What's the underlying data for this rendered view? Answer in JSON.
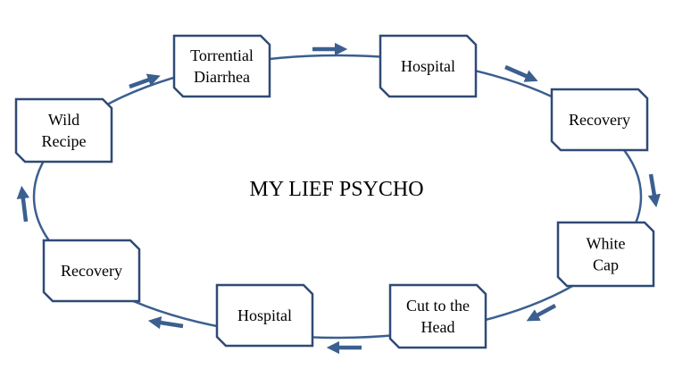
{
  "title": "MY LIEF PSYCHO",
  "colors": {
    "line": "#3b5f8f",
    "arrow": "#3b5f8f",
    "box_border": "#2f4a75",
    "box_fill": "#ffffff",
    "text": "#000000"
  },
  "nodes": [
    {
      "id": "torrential-diarrhea",
      "lines": [
        "Torrential",
        "Diarrhea"
      ]
    },
    {
      "id": "hospital-top",
      "lines": [
        "Hospital"
      ]
    },
    {
      "id": "recovery-right",
      "lines": [
        "Recovery"
      ]
    },
    {
      "id": "white-cap",
      "lines": [
        "White",
        "Cap"
      ]
    },
    {
      "id": "cut-to-the-head",
      "lines": [
        "Cut to the",
        "Head"
      ]
    },
    {
      "id": "hospital-bottom",
      "lines": [
        "Hospital"
      ]
    },
    {
      "id": "recovery-left",
      "lines": [
        "Recovery"
      ]
    },
    {
      "id": "wild-recipe",
      "lines": [
        "Wild",
        "Recipe"
      ]
    }
  ],
  "arrows": [
    {
      "from": "wild-recipe",
      "to": "torrential-diarrhea"
    },
    {
      "from": "torrential-diarrhea",
      "to": "hospital-top"
    },
    {
      "from": "hospital-top",
      "to": "recovery-right"
    },
    {
      "from": "recovery-right",
      "to": "white-cap"
    },
    {
      "from": "white-cap",
      "to": "cut-to-the-head"
    },
    {
      "from": "cut-to-the-head",
      "to": "hospital-bottom"
    },
    {
      "from": "hospital-bottom",
      "to": "recovery-left"
    },
    {
      "from": "recovery-left",
      "to": "wild-recipe"
    }
  ]
}
